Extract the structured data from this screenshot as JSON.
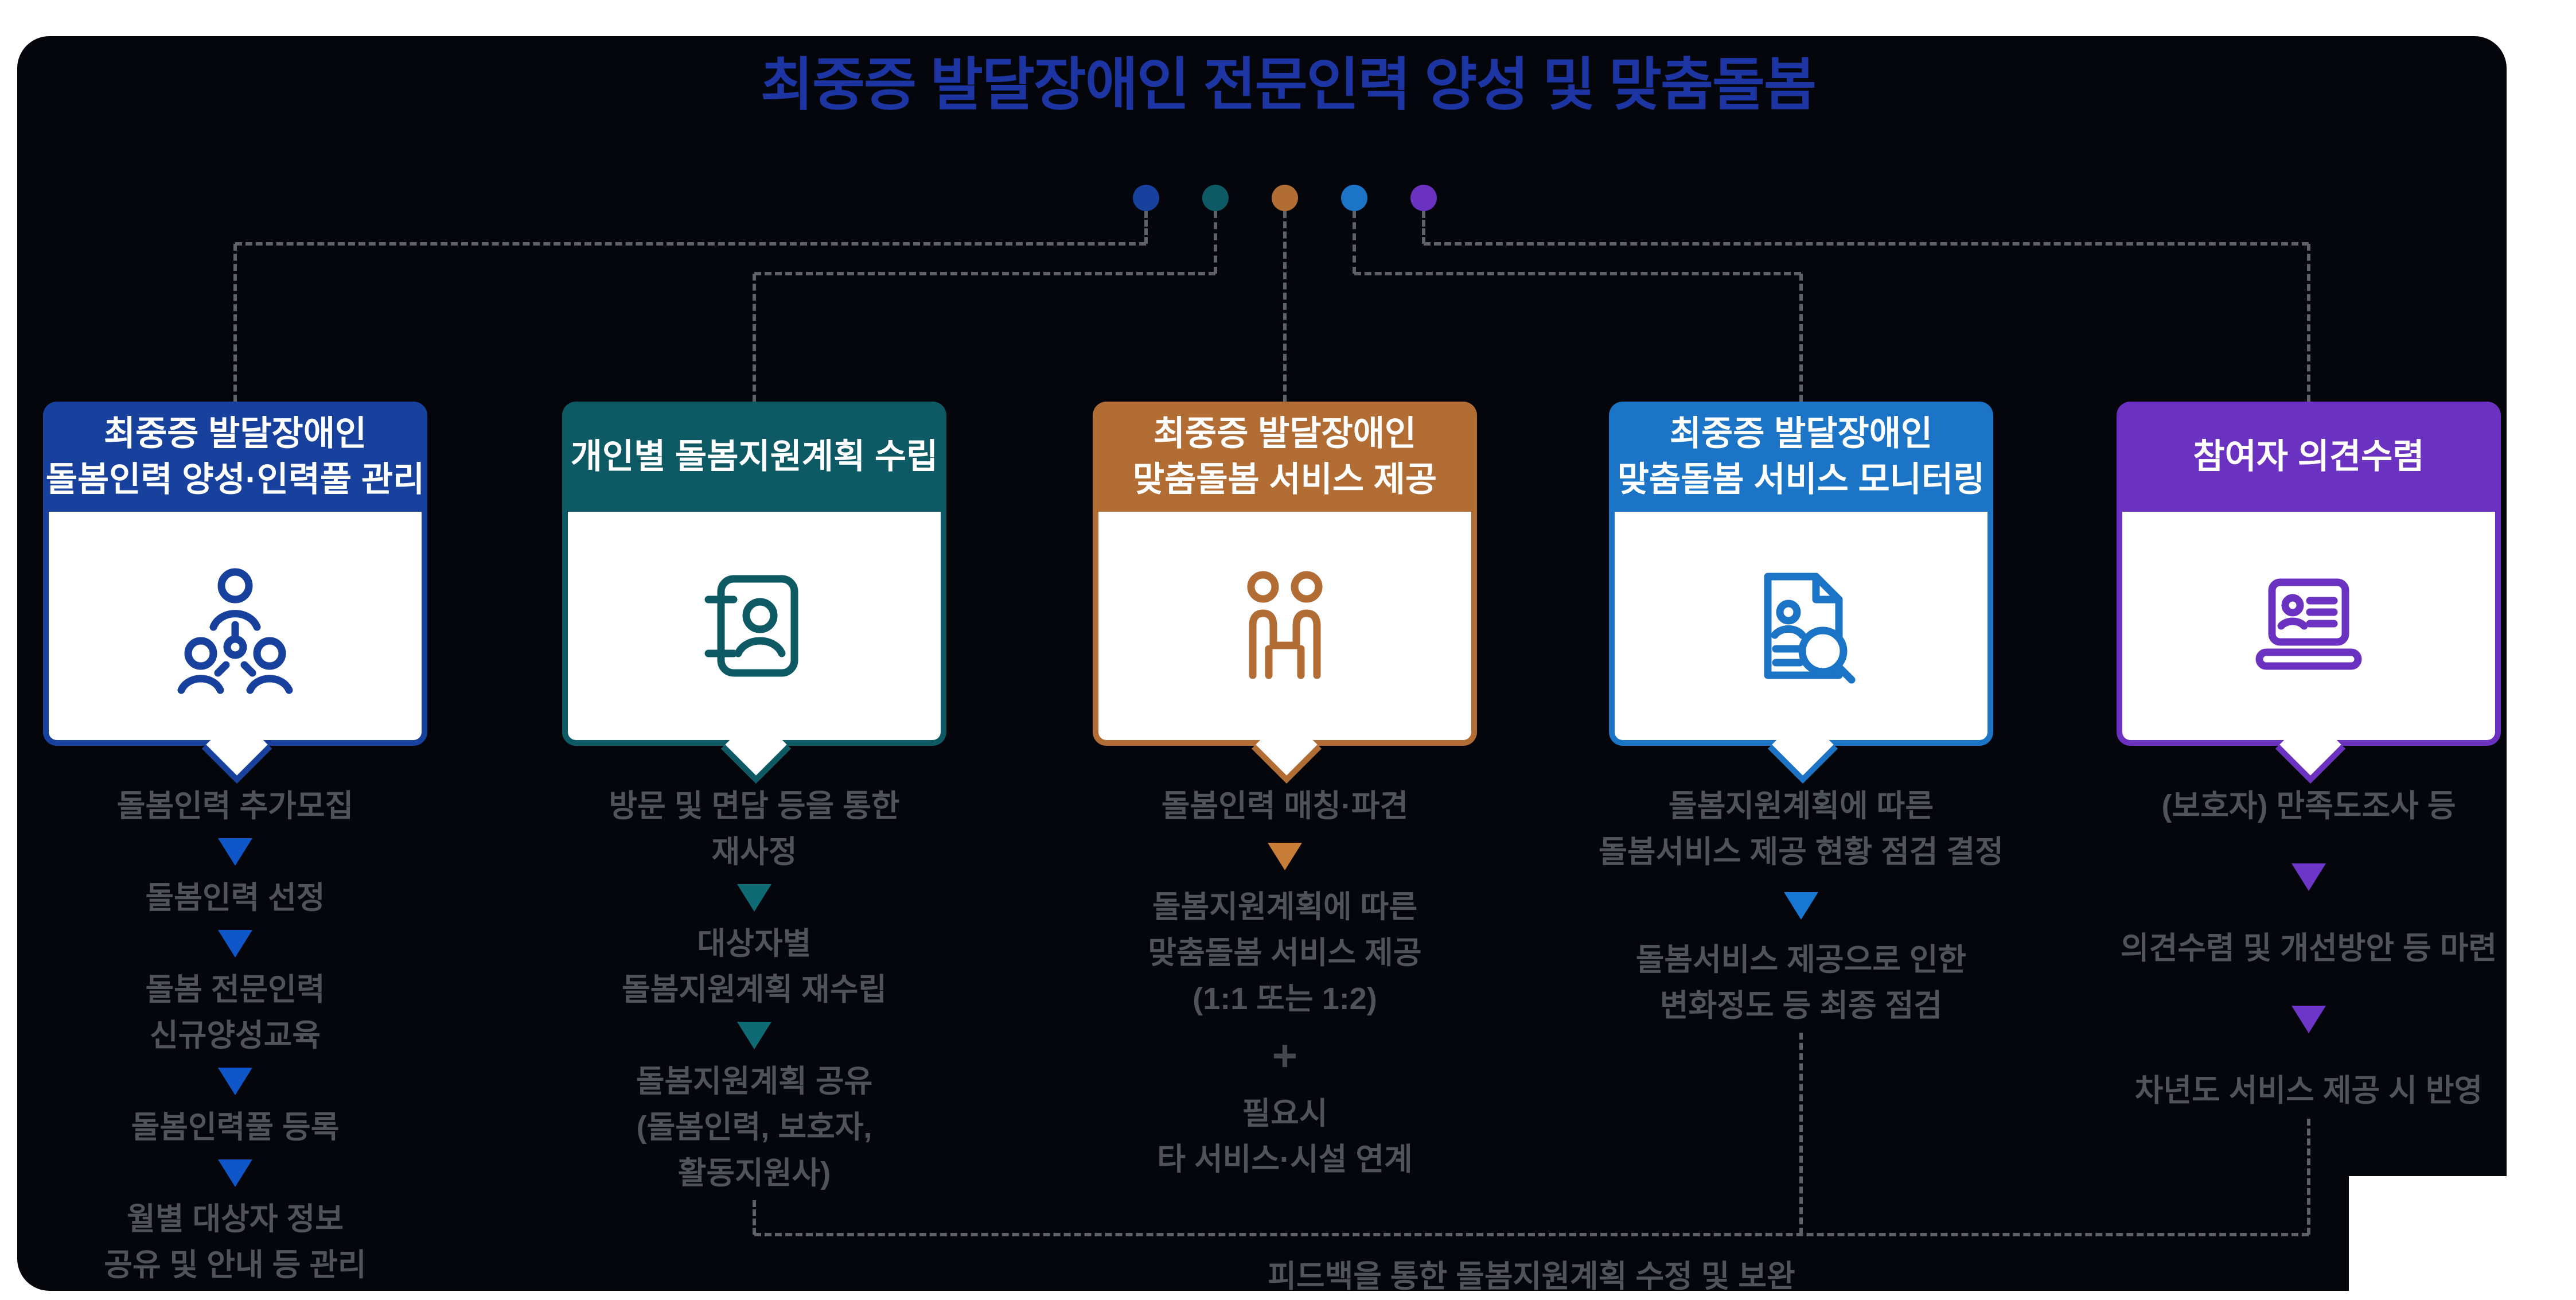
{
  "title": {
    "text": "최중증 발달장애인 전문인력 양성 및 맞춤돌봄",
    "color": "#1d35a3"
  },
  "panel_color": "#04060c",
  "dash_color": "#5d6268",
  "step_text_color": "#4e535c",
  "feedback": {
    "label": "피드백을 통한 돌봄지원계획 수정 및 보완"
  },
  "columns": [
    {
      "header": "최중증 발달장애인\n돌봄인력 양성·인력풀 관리",
      "color": "#17419c",
      "arrow_color": "#0f57c9",
      "icon": "org-chart-people-icon",
      "steps": [
        {
          "type": "text",
          "text": "돌봄인력 추가모집"
        },
        {
          "type": "arrow"
        },
        {
          "type": "text",
          "text": "돌봄인력 선정"
        },
        {
          "type": "arrow"
        },
        {
          "type": "text",
          "text": "돌봄 전문인력\n신규양성교육"
        },
        {
          "type": "arrow"
        },
        {
          "type": "text",
          "text": "돌봄인력풀 등록"
        },
        {
          "type": "arrow"
        },
        {
          "type": "text",
          "text": "월별 대상자 정보\n공유 및 안내 등 관리"
        }
      ]
    },
    {
      "header": "개인별 돌봄지원계획 수립",
      "color": "#0d5a64",
      "arrow_color": "#0e6b74",
      "icon": "care-plan-book-icon",
      "steps": [
        {
          "type": "text",
          "text": "방문 및 면담 등을 통한\n재사정"
        },
        {
          "type": "arrow"
        },
        {
          "type": "text",
          "text": "대상자별\n돌봄지원계획 재수립"
        },
        {
          "type": "arrow"
        },
        {
          "type": "text",
          "text": "돌봄지원계획 공유\n(돌봄인력, 보호자,\n활동지원사)"
        }
      ]
    },
    {
      "header": "최중증 발달장애인\n맞춤돌봄 서비스 제공",
      "color": "#b16d34",
      "arrow_color": "#c87e38",
      "icon": "two-people-partnership-icon",
      "steps": [
        {
          "type": "text",
          "text": "돌봄인력 매칭·파견"
        },
        {
          "type": "arrow"
        },
        {
          "type": "text",
          "text": "돌봄지원계획에 따른\n맞춤돌봄 서비스 제공\n(1:1 또는 1:2)"
        },
        {
          "type": "plus",
          "text": "+"
        },
        {
          "type": "text",
          "text": "필요시\n타 서비스·시설 연계"
        }
      ]
    },
    {
      "header": "최중증 발달장애인\n맞춤돌봄 서비스 모니터링",
      "color": "#1b74c5",
      "arrow_color": "#1678d2",
      "icon": "document-magnifier-icon",
      "steps": [
        {
          "type": "text",
          "text": "돌봄지원계획에 따른\n돌봄서비스 제공 현황 점검 결정"
        },
        {
          "type": "arrow"
        },
        {
          "type": "text",
          "text": "돌봄서비스 제공으로 인한\n변화정도 등 최종 점검"
        }
      ]
    },
    {
      "header": "참여자 의견수렴",
      "color": "#6b32c1",
      "arrow_color": "#6e35c9",
      "icon": "laptop-survey-icon",
      "steps": [
        {
          "type": "text",
          "text": "(보호자) 만족도조사 등"
        },
        {
          "type": "arrow"
        },
        {
          "type": "text",
          "text": "의견수렴 및 개선방안 등 마련"
        },
        {
          "type": "arrow"
        },
        {
          "type": "text",
          "text": "차년도 서비스 제공 시 반영"
        }
      ]
    }
  ]
}
